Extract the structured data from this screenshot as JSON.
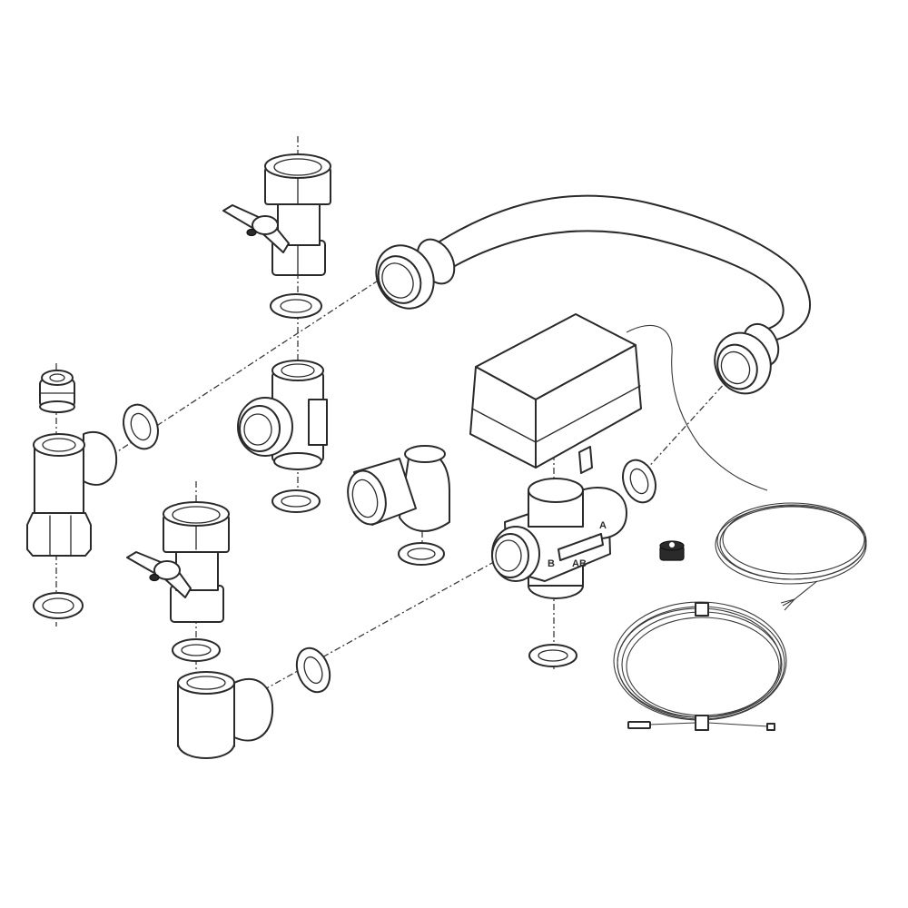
{
  "diagram": {
    "type": "exploded-assembly-view",
    "background": "#ffffff",
    "line_color": "#2a2a2a",
    "components": [
      {
        "id": "ball-valve-top",
        "kind": "ball valve with butterfly handle"
      },
      {
        "id": "ball-valve-bottom",
        "kind": "ball valve with butterfly handle"
      },
      {
        "id": "tee-fitting",
        "kind": "tee fitting"
      },
      {
        "id": "elbow-fitting-middle",
        "kind": "elbow with union nut"
      },
      {
        "id": "elbow-fitting-bottom",
        "kind": "elbow fitting"
      },
      {
        "id": "angle-fitting-left",
        "kind": "angled fitting with hex nut"
      },
      {
        "id": "vent-plug",
        "kind": "small threaded plug"
      },
      {
        "id": "bypass-pipe",
        "kind": "U-shaped pipe with two union nuts"
      },
      {
        "id": "actuator",
        "kind": "motorized valve actuator"
      },
      {
        "id": "three-way-valve",
        "kind": "3-way mixing valve body"
      },
      {
        "id": "cable-grommet",
        "kind": "black cable grommet"
      },
      {
        "id": "actuator-cable",
        "kind": "coiled power cable with stripped ends"
      },
      {
        "id": "sensor-cable",
        "kind": "coiled temperature sensor cable with probe"
      },
      {
        "id": "sealing-washers",
        "kind": "flat gaskets",
        "count": 9
      }
    ],
    "valve_port_labels": {
      "a": "A",
      "b": "B",
      "ab": "AB"
    }
  }
}
